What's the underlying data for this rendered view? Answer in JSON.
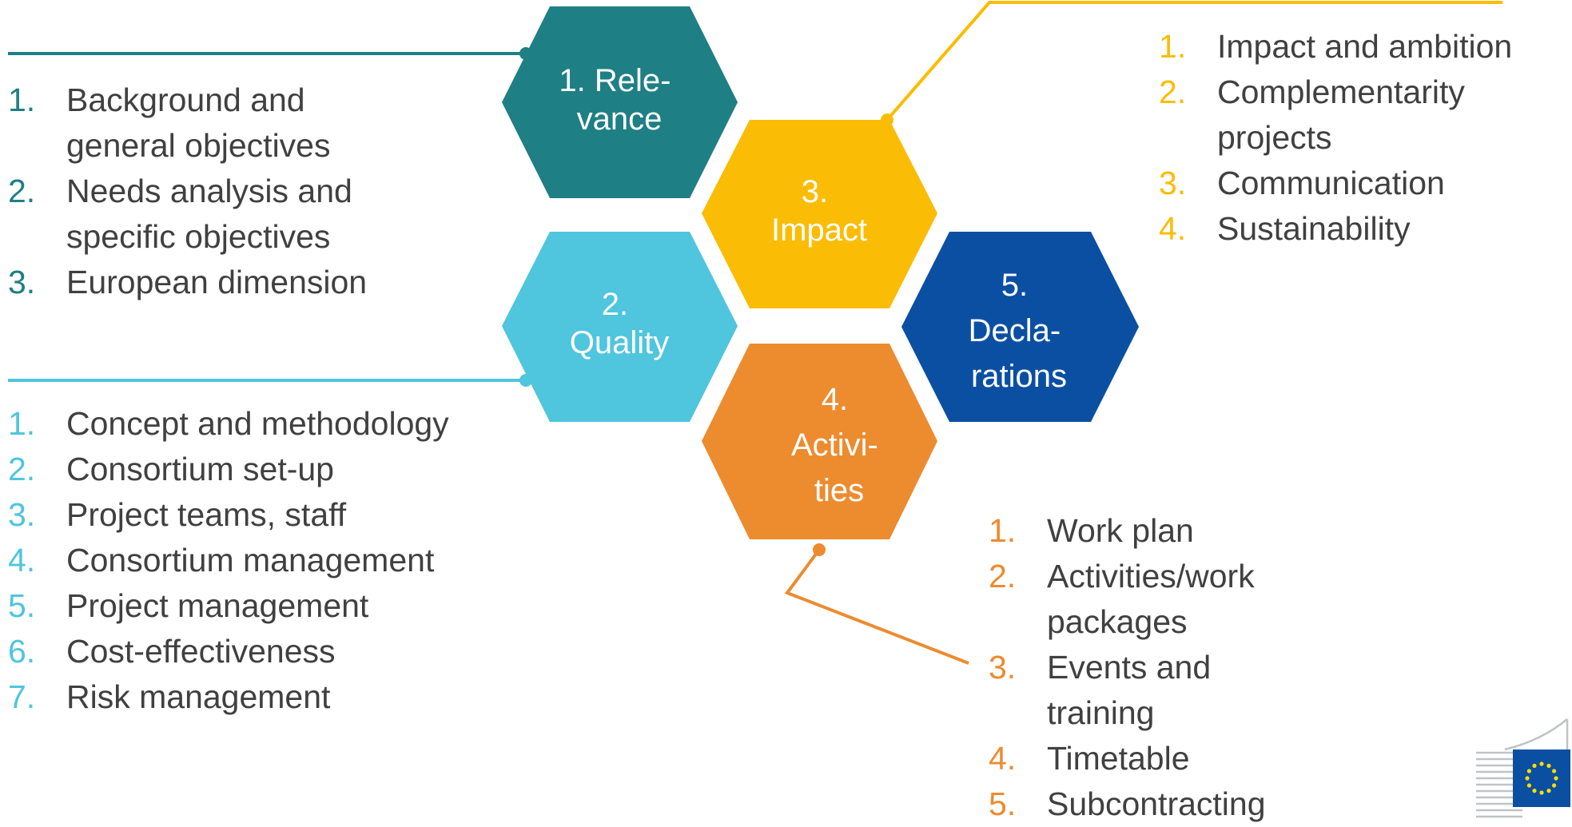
{
  "colors": {
    "relevance": "#1e7f84",
    "quality": "#4fc5de",
    "impact": "#fbbc05",
    "declarations": "#0b4fa3",
    "activities": "#ed8b2f",
    "text": "#404040"
  },
  "hexagons": {
    "relevance": {
      "lines": [
        "1. Rele-",
        "vance"
      ]
    },
    "quality": {
      "lines": [
        "2.",
        "Quality"
      ]
    },
    "impact": {
      "lines": [
        "3.",
        "Impact"
      ]
    },
    "activities": {
      "lines": [
        "4.",
        "Activi-",
        "ties"
      ]
    },
    "declarations": {
      "lines": [
        "5.",
        "Decla-",
        "rations"
      ]
    }
  },
  "lists": {
    "relevance": [
      {
        "num": "1.",
        "text": [
          "Background and",
          "general objectives"
        ]
      },
      {
        "num": "2.",
        "text": [
          "Needs analysis and",
          "specific objectives"
        ]
      },
      {
        "num": "3.",
        "text": [
          "European dimension"
        ]
      }
    ],
    "quality": [
      {
        "num": "1.",
        "text": [
          "Concept and methodology"
        ]
      },
      {
        "num": "2.",
        "text": [
          "Consortium set-up"
        ]
      },
      {
        "num": "3.",
        "text": [
          "Project teams, staff"
        ]
      },
      {
        "num": "4.",
        "text": [
          "Consortium management"
        ]
      },
      {
        "num": "5.",
        "text": [
          "Project management"
        ]
      },
      {
        "num": "6.",
        "text": [
          "Cost-effectiveness"
        ]
      },
      {
        "num": "7.",
        "text": [
          "Risk management"
        ]
      }
    ],
    "impact": [
      {
        "num": "1.",
        "text": [
          "Impact and ambition"
        ]
      },
      {
        "num": "2.",
        "text": [
          "Complementarity",
          "projects"
        ]
      },
      {
        "num": "3.",
        "text": [
          "Communication"
        ]
      },
      {
        "num": "4.",
        "text": [
          "Sustainability"
        ]
      }
    ],
    "activities": [
      {
        "num": "1.",
        "text": [
          "Work plan"
        ]
      },
      {
        "num": "2.",
        "text": [
          "Activities/work",
          "packages"
        ]
      },
      {
        "num": "3.",
        "text": [
          "Events and",
          "training"
        ]
      },
      {
        "num": "4.",
        "text": [
          "Timetable"
        ]
      },
      {
        "num": "5.",
        "text": [
          "Subcontracting"
        ]
      }
    ]
  }
}
